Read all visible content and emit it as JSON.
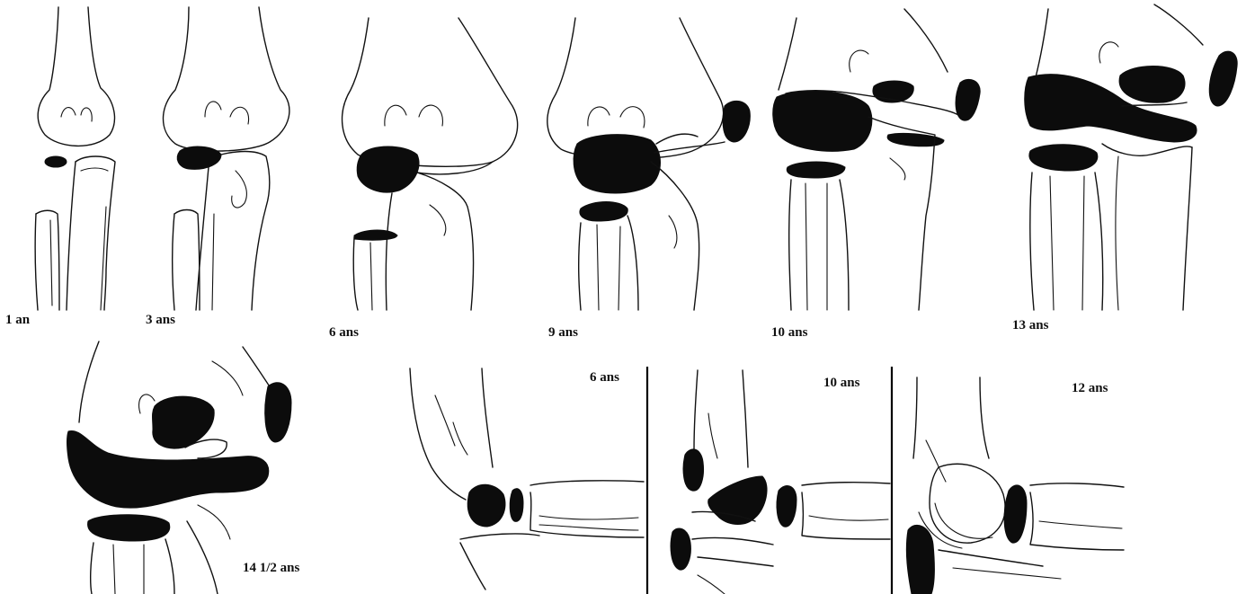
{
  "figure": {
    "captions": {
      "p1": "1 an",
      "p2": "3 ans",
      "p3": "6 ans",
      "p4": "9 ans",
      "p5": "10 ans",
      "p6": "13 ans",
      "p7": "14 1/2 ans",
      "p8": "6 ans",
      "p9": "10 ans",
      "p10": "12 ans"
    }
  }
}
